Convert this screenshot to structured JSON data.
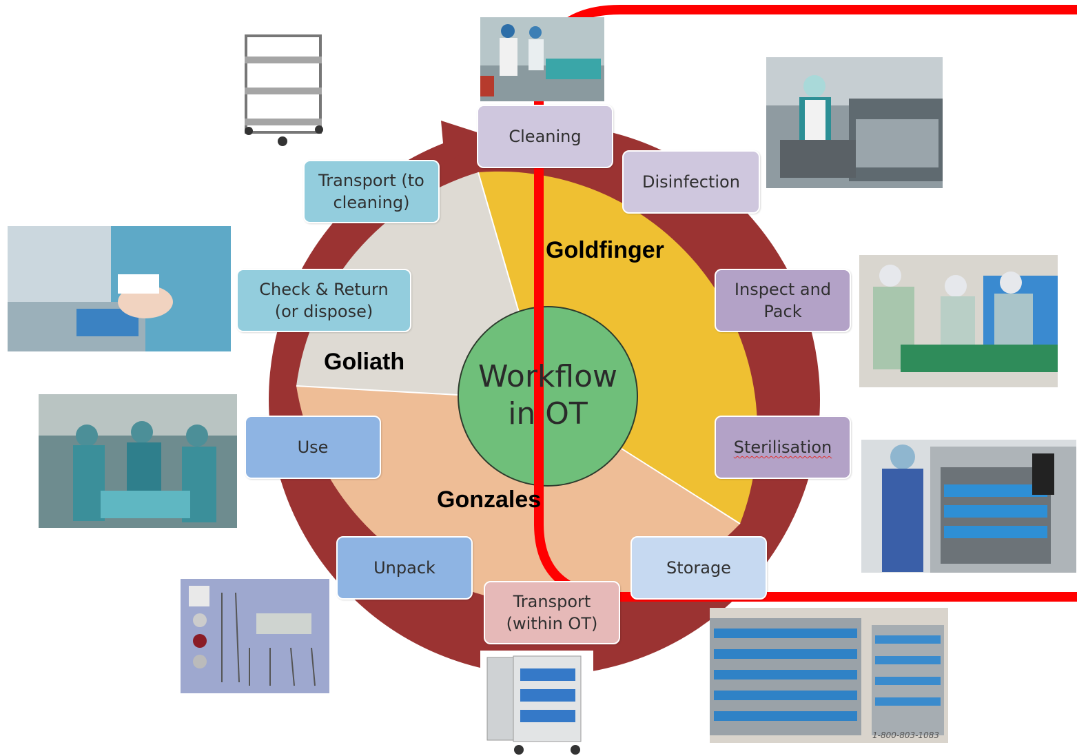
{
  "diagram": {
    "center": {
      "line1": "Workflow",
      "line2": "in OT"
    },
    "steps": [
      {
        "id": "cleaning",
        "label": "Cleaning",
        "color": "#cfc7de"
      },
      {
        "id": "disinfection",
        "label": "Disinfection",
        "color": "#cfc7de"
      },
      {
        "id": "inspect",
        "label": "Inspect and\nPack",
        "color": "#b3a2c7"
      },
      {
        "id": "sterilisation",
        "label": "Sterilisation",
        "color": "#b3a2c7"
      },
      {
        "id": "storage",
        "label": "Storage",
        "color": "#c6d9f1"
      },
      {
        "id": "transport_ot",
        "label": "Transport\n(within OT)",
        "color": "#e6b9b8"
      },
      {
        "id": "unpack",
        "label": "Unpack",
        "color": "#8eb4e3"
      },
      {
        "id": "use",
        "label": "Use",
        "color": "#8eb4e3"
      },
      {
        "id": "check",
        "label": "Check & Return\n(or dispose)",
        "color": "#93cddd"
      },
      {
        "id": "transport_clean",
        "label": "Transport (to\ncleaning)",
        "color": "#93cddd"
      }
    ],
    "owners": [
      {
        "id": "goldfinger",
        "label": "Goldfinger"
      },
      {
        "id": "goliath",
        "label": "Goliath"
      },
      {
        "id": "gonzales",
        "label": "Gonzales"
      }
    ],
    "sectors": {
      "goldfinger_color": "#efc032",
      "goliath_color": "#dedad3",
      "gonzales_color": "#eebd96"
    },
    "ring_color": "#9b3332",
    "center_color": "#6fbf7a",
    "highlight_color": "#ff0000",
    "photo_credit": "1-800-803-1083"
  }
}
